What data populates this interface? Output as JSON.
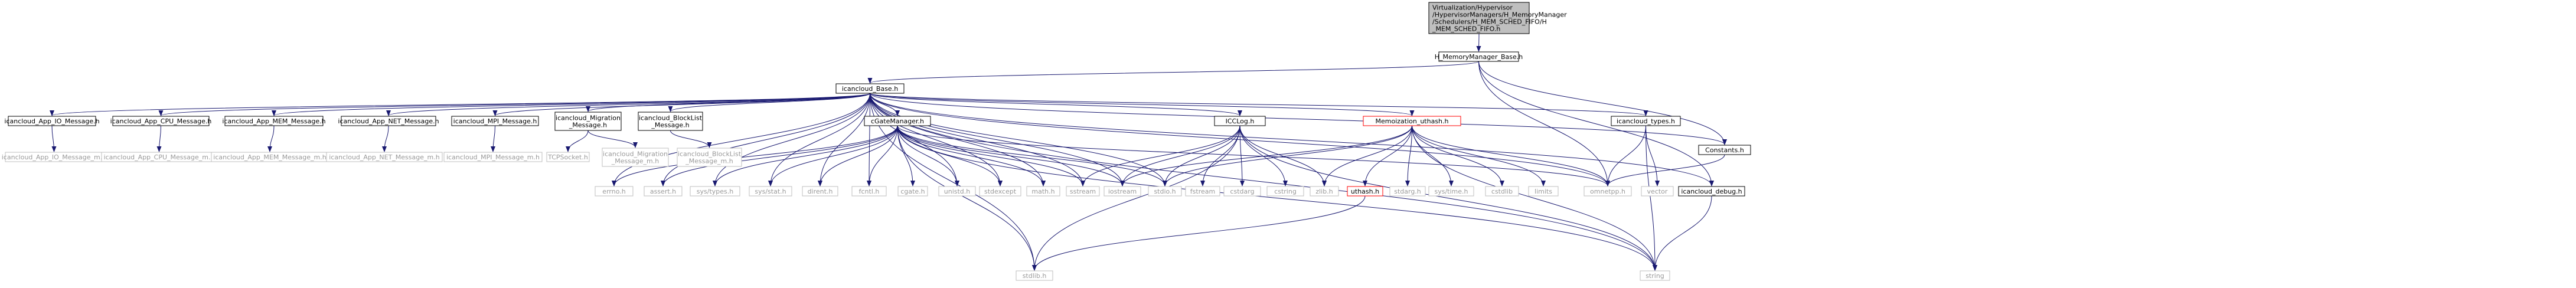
{
  "colors": {
    "edge": "#191970",
    "node_border": "#000000",
    "node_fill": "#ffffff",
    "root_fill": "#bfbfbf",
    "external_border": "#bfbfbf",
    "highlight_border": "#ff0000",
    "external_text": "#9a9a9a"
  },
  "nodes": [
    {
      "id": "root",
      "lines": [
        "Virtualization/Hypervisor",
        "/HypervisorManagers/H_MemoryManager",
        "/Schedulers/H_MEM_SCHED_FIFO/H",
        "_MEM_SCHED_FIFO.h"
      ],
      "kind": "root"
    },
    {
      "id": "hmm",
      "lines": [
        "H_MemoryManager_Base.h"
      ],
      "kind": "normal"
    },
    {
      "id": "base",
      "lines": [
        "icancloud_Base.h"
      ],
      "kind": "normal"
    },
    {
      "id": "io",
      "lines": [
        "icancloud_App_IO_Message.h"
      ],
      "kind": "normal"
    },
    {
      "id": "cpu",
      "lines": [
        "icancloud_App_CPU_Message.h"
      ],
      "kind": "normal"
    },
    {
      "id": "mem",
      "lines": [
        "icancloud_App_MEM_Message.h"
      ],
      "kind": "normal"
    },
    {
      "id": "net",
      "lines": [
        "icancloud_App_NET_Message.h"
      ],
      "kind": "normal"
    },
    {
      "id": "mpi",
      "lines": [
        "icancloud_MPI_Message.h"
      ],
      "kind": "normal"
    },
    {
      "id": "mig",
      "lines": [
        "icancloud_Migration",
        "_Message.h"
      ],
      "kind": "normal"
    },
    {
      "id": "block",
      "lines": [
        "icancloud_BlockList",
        "_Message.h"
      ],
      "kind": "normal"
    },
    {
      "id": "io_m",
      "lines": [
        "icancloud_App_IO_Message_m.h"
      ],
      "kind": "external"
    },
    {
      "id": "cpu_m",
      "lines": [
        "icancloud_App_CPU_Message_m.h"
      ],
      "kind": "external"
    },
    {
      "id": "mem_m",
      "lines": [
        "icancloud_App_MEM_Message_m.h"
      ],
      "kind": "external"
    },
    {
      "id": "net_m",
      "lines": [
        "icancloud_App_NET_Message_m.h"
      ],
      "kind": "external"
    },
    {
      "id": "mpi_m",
      "lines": [
        "icancloud_MPI_Message_m.h"
      ],
      "kind": "external"
    },
    {
      "id": "tcp",
      "lines": [
        "TCPSocket.h"
      ],
      "kind": "external"
    },
    {
      "id": "mig_m",
      "lines": [
        "icancloud_Migration",
        "_Message_m.h"
      ],
      "kind": "external"
    },
    {
      "id": "block_m",
      "lines": [
        "icancloud_BlockList",
        "_Message_m.h"
      ],
      "kind": "external"
    },
    {
      "id": "cgate",
      "lines": [
        "cGateManager.h"
      ],
      "kind": "normal"
    },
    {
      "id": "icclog",
      "lines": [
        "ICCLog.h"
      ],
      "kind": "normal"
    },
    {
      "id": "memo",
      "lines": [
        "Memoization_uthash.h"
      ],
      "kind": "highlight"
    },
    {
      "id": "types",
      "lines": [
        "icancloud_types.h"
      ],
      "kind": "normal"
    },
    {
      "id": "consts",
      "lines": [
        "Constants.h"
      ],
      "kind": "normal"
    },
    {
      "id": "debug",
      "lines": [
        "icancloud_debug.h"
      ],
      "kind": "normal"
    },
    {
      "id": "uthash",
      "lines": [
        "uthash.h"
      ],
      "kind": "highlight"
    },
    {
      "id": "errno",
      "lines": [
        "errno.h"
      ],
      "kind": "external"
    },
    {
      "id": "assert",
      "lines": [
        "assert.h"
      ],
      "kind": "external"
    },
    {
      "id": "systypes",
      "lines": [
        "sys/types.h"
      ],
      "kind": "external"
    },
    {
      "id": "sysstat",
      "lines": [
        "sys/stat.h"
      ],
      "kind": "external"
    },
    {
      "id": "dirent",
      "lines": [
        "dirent.h"
      ],
      "kind": "external"
    },
    {
      "id": "fcntl",
      "lines": [
        "fcntl.h"
      ],
      "kind": "external"
    },
    {
      "id": "cgate2",
      "lines": [
        "cgate.h"
      ],
      "kind": "external"
    },
    {
      "id": "unistd",
      "lines": [
        "unistd.h"
      ],
      "kind": "external"
    },
    {
      "id": "stdexcept",
      "lines": [
        "stdexcept"
      ],
      "kind": "external"
    },
    {
      "id": "math",
      "lines": [
        "math.h"
      ],
      "kind": "external"
    },
    {
      "id": "sstream",
      "lines": [
        "sstream"
      ],
      "kind": "external"
    },
    {
      "id": "iostream",
      "lines": [
        "iostream"
      ],
      "kind": "external"
    },
    {
      "id": "stdio",
      "lines": [
        "stdio.h"
      ],
      "kind": "external"
    },
    {
      "id": "fstream",
      "lines": [
        "fstream"
      ],
      "kind": "external"
    },
    {
      "id": "cstdarg",
      "lines": [
        "cstdarg"
      ],
      "kind": "external"
    },
    {
      "id": "cstring",
      "lines": [
        "cstring"
      ],
      "kind": "external"
    },
    {
      "id": "zlib",
      "lines": [
        "zlib.h"
      ],
      "kind": "external"
    },
    {
      "id": "stdarg",
      "lines": [
        "stdarg.h"
      ],
      "kind": "external"
    },
    {
      "id": "systime",
      "lines": [
        "sys/time.h"
      ],
      "kind": "external"
    },
    {
      "id": "cstdlib",
      "lines": [
        "cstdlib"
      ],
      "kind": "external"
    },
    {
      "id": "limits",
      "lines": [
        "limits"
      ],
      "kind": "external"
    },
    {
      "id": "omnetpp",
      "lines": [
        "omnetpp.h"
      ],
      "kind": "external"
    },
    {
      "id": "vector",
      "lines": [
        "vector"
      ],
      "kind": "external"
    },
    {
      "id": "stdlib",
      "lines": [
        "stdlib.h"
      ],
      "kind": "external"
    },
    {
      "id": "string",
      "lines": [
        "string"
      ],
      "kind": "external"
    }
  ],
  "edges": [
    [
      "root",
      "hmm"
    ],
    [
      "hmm",
      "base"
    ],
    [
      "hmm",
      "consts"
    ],
    [
      "hmm",
      "debug"
    ],
    [
      "hmm",
      "omnetpp"
    ],
    [
      "base",
      "io"
    ],
    [
      "base",
      "cpu"
    ],
    [
      "base",
      "mem"
    ],
    [
      "base",
      "net"
    ],
    [
      "base",
      "mpi"
    ],
    [
      "base",
      "mig"
    ],
    [
      "base",
      "block"
    ],
    [
      "base",
      "cgate"
    ],
    [
      "base",
      "icclog"
    ],
    [
      "base",
      "memo"
    ],
    [
      "base",
      "types"
    ],
    [
      "base",
      "consts"
    ],
    [
      "base",
      "debug"
    ],
    [
      "base",
      "errno"
    ],
    [
      "base",
      "assert"
    ],
    [
      "base",
      "systypes"
    ],
    [
      "base",
      "sysstat"
    ],
    [
      "base",
      "dirent"
    ],
    [
      "base",
      "fcntl"
    ],
    [
      "base",
      "unistd"
    ],
    [
      "base",
      "stdexcept"
    ],
    [
      "base",
      "math"
    ],
    [
      "base",
      "sstream"
    ],
    [
      "base",
      "iostream"
    ],
    [
      "base",
      "stdio"
    ],
    [
      "base",
      "stdlib"
    ],
    [
      "base",
      "omnetpp"
    ],
    [
      "base",
      "string"
    ],
    [
      "io",
      "io_m"
    ],
    [
      "cpu",
      "cpu_m"
    ],
    [
      "mem",
      "mem_m"
    ],
    [
      "net",
      "net_m"
    ],
    [
      "mpi",
      "mpi_m"
    ],
    [
      "mig",
      "tcp"
    ],
    [
      "mig",
      "mig_m"
    ],
    [
      "block",
      "block_m"
    ],
    [
      "cgate",
      "errno"
    ],
    [
      "cgate",
      "assert"
    ],
    [
      "cgate",
      "systypes"
    ],
    [
      "cgate",
      "sysstat"
    ],
    [
      "cgate",
      "dirent"
    ],
    [
      "cgate",
      "fcntl"
    ],
    [
      "cgate",
      "cgate2"
    ],
    [
      "cgate",
      "unistd"
    ],
    [
      "cgate",
      "stdexcept"
    ],
    [
      "cgate",
      "math"
    ],
    [
      "cgate",
      "sstream"
    ],
    [
      "cgate",
      "iostream"
    ],
    [
      "cgate",
      "stdio"
    ],
    [
      "cgate",
      "stdlib"
    ],
    [
      "cgate",
      "string"
    ],
    [
      "cgate",
      "omnetpp"
    ],
    [
      "icclog",
      "sstream"
    ],
    [
      "icclog",
      "iostream"
    ],
    [
      "icclog",
      "stdio"
    ],
    [
      "icclog",
      "fstream"
    ],
    [
      "icclog",
      "cstdarg"
    ],
    [
      "icclog",
      "cstring"
    ],
    [
      "icclog",
      "zlib"
    ],
    [
      "icclog",
      "stdlib"
    ],
    [
      "icclog",
      "string"
    ],
    [
      "memo",
      "uthash"
    ],
    [
      "memo",
      "stdarg"
    ],
    [
      "memo",
      "systime"
    ],
    [
      "memo",
      "cstdlib"
    ],
    [
      "memo",
      "limits"
    ],
    [
      "memo",
      "zlib"
    ],
    [
      "memo",
      "stdio"
    ],
    [
      "memo",
      "iostream"
    ],
    [
      "memo",
      "omnetpp"
    ],
    [
      "memo",
      "string"
    ],
    [
      "uthash",
      "stdlib"
    ],
    [
      "types",
      "omnetpp"
    ],
    [
      "types",
      "vector"
    ],
    [
      "types",
      "string"
    ],
    [
      "debug",
      "string"
    ],
    [
      "consts",
      "omnetpp"
    ]
  ]
}
